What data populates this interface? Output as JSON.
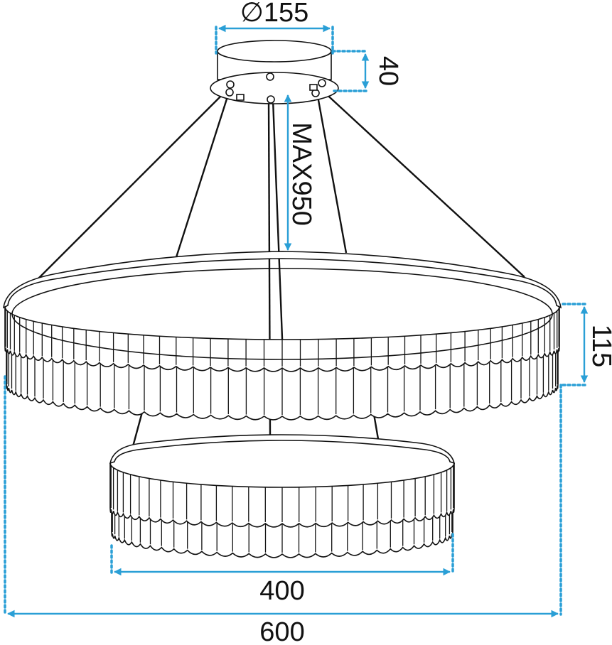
{
  "colors": {
    "dimension_line": "#2a9fd6",
    "outline": "#111111",
    "background": "#ffffff"
  },
  "dimensions": {
    "canopy_diameter": "∅155",
    "canopy_height": "40",
    "max_drop": "MAX950",
    "ring_height": "115",
    "small_ring_diameter": "400",
    "large_ring_diameter": "600"
  }
}
